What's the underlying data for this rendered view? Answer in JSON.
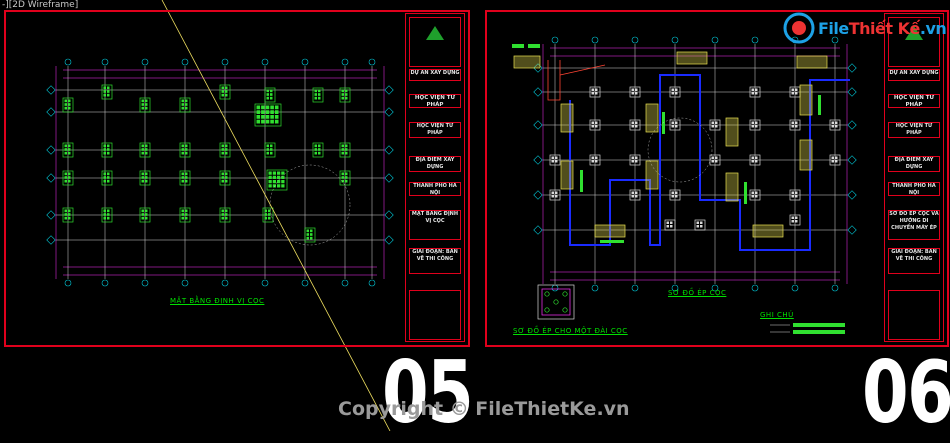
{
  "view_label": "-][2D Wireframe]",
  "sheet_05": {
    "plan_caption": "MẶT BẰNG ĐỊNH VỊ CỌC",
    "sheet_number": "05",
    "title_block": {
      "project_label": "DỰ ÁN XÂY DỰNG",
      "project_name": "HỌC VIỆN TƯ PHÁP",
      "project_name_2": "HỌC VIỆN TƯ PHÁP",
      "location_label": "ĐỊA ĐIỂM XÂY DỰNG",
      "location": "THÀNH PHỐ HÀ NỘI",
      "drawing_title": "MẶT BẰNG ĐỊNH VỊ CỌC",
      "stage": "GIAI ĐOẠN: BẢN VẼ THI CÔNG"
    }
  },
  "sheet_06": {
    "plan_caption": "SƠ ĐỒ ÉP CỌC",
    "detail_caption": "SƠ ĐỒ ÉP CHO MỘT ĐÀI CỌC",
    "note_caption": "GHI CHÚ",
    "sheet_number": "06",
    "title_block": {
      "project_label": "DỰ ÁN XÂY DỰNG",
      "project_name": "HỌC VIỆN TƯ PHÁP",
      "project_name_2": "HỌC VIỆN TƯ PHÁP",
      "location_label": "ĐỊA ĐIỂM XÂY DỰNG",
      "location": "THÀNH PHỐ HÀ NỘI",
      "drawing_title": "SƠ ĐỒ ÉP CỌC VÀ HƯỚNG DI CHUYỂN MÁY ÉP",
      "stage": "GIAI ĐOẠN: BẢN VẼ THI CÔNG"
    }
  },
  "watermark": {
    "copyright": "Copyright © FileThietKe.vn",
    "logo_prefix": "File",
    "logo_main": "Thiết Kế",
    "logo_suffix": ".vn"
  },
  "colors": {
    "border_red": "#e0001c",
    "grid_white": "#d8d8d8",
    "dim_magenta": "#ff33ff",
    "pile_green": "#30e030",
    "machine_yellow": "#e8e050",
    "path_blue": "#1a2bff",
    "axis_cyan": "#00c8d8"
  }
}
